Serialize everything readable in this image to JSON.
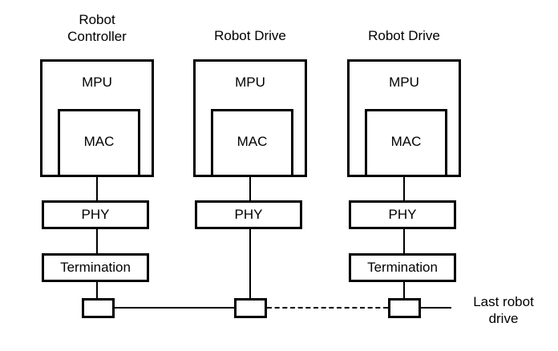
{
  "diagram": {
    "title_note": "Last robot drive",
    "columns": [
      {
        "id": "robot-controller",
        "title": "Robot\nController",
        "mpu_label": "MPU",
        "mac_label": "MAC",
        "phy_label": "PHY",
        "termination_label": "Termination",
        "has_termination": true
      },
      {
        "id": "robot-drive-1",
        "title": "Robot Drive",
        "mpu_label": "MPU",
        "mac_label": "MAC",
        "phy_label": "PHY",
        "termination_label": "",
        "has_termination": false
      },
      {
        "id": "robot-drive-2",
        "title": "Robot Drive",
        "mpu_label": "MPU",
        "mac_label": "MAC",
        "phy_label": "PHY",
        "termination_label": "Termination",
        "has_termination": true
      }
    ],
    "bus": {
      "solid_segment_label": "",
      "dashed_segment_label": "",
      "end_label": "Last robot\ndrive"
    },
    "colors": {
      "line": "#000000",
      "background": "#ffffff",
      "text": "#000000"
    }
  }
}
